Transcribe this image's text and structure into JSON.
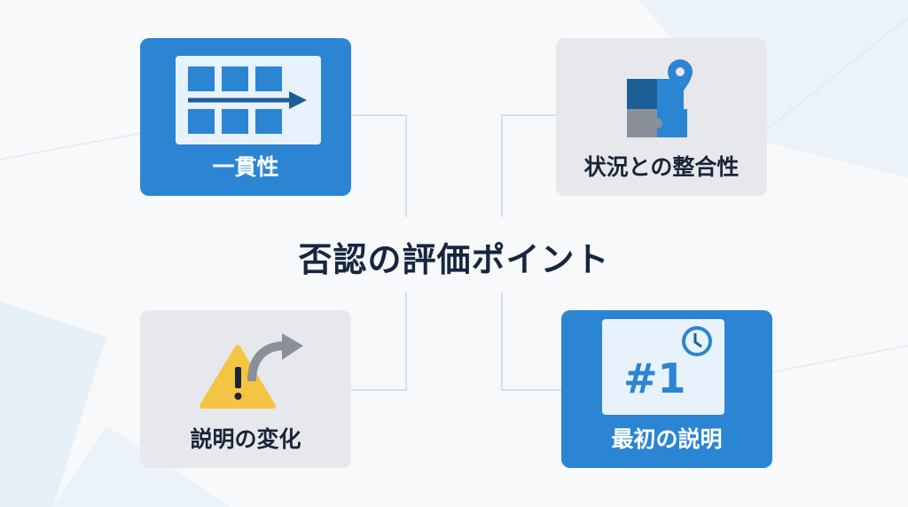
{
  "title": "否認の評価ポイント",
  "cards": [
    {
      "label": "一貫性",
      "icon": "timeline-grid-arrow-icon"
    },
    {
      "label": "状況との整合性",
      "icon": "puzzle-location-icon"
    },
    {
      "label": "説明の変化",
      "icon": "warning-arrow-icon"
    },
    {
      "label": "最初の説明",
      "icon": "number-one-clock-icon",
      "badge": "#1"
    }
  ],
  "colors": {
    "blue": "#2b85d3",
    "gray": "#e7e8eb",
    "title": "#172640",
    "warning": "#f4c542"
  }
}
